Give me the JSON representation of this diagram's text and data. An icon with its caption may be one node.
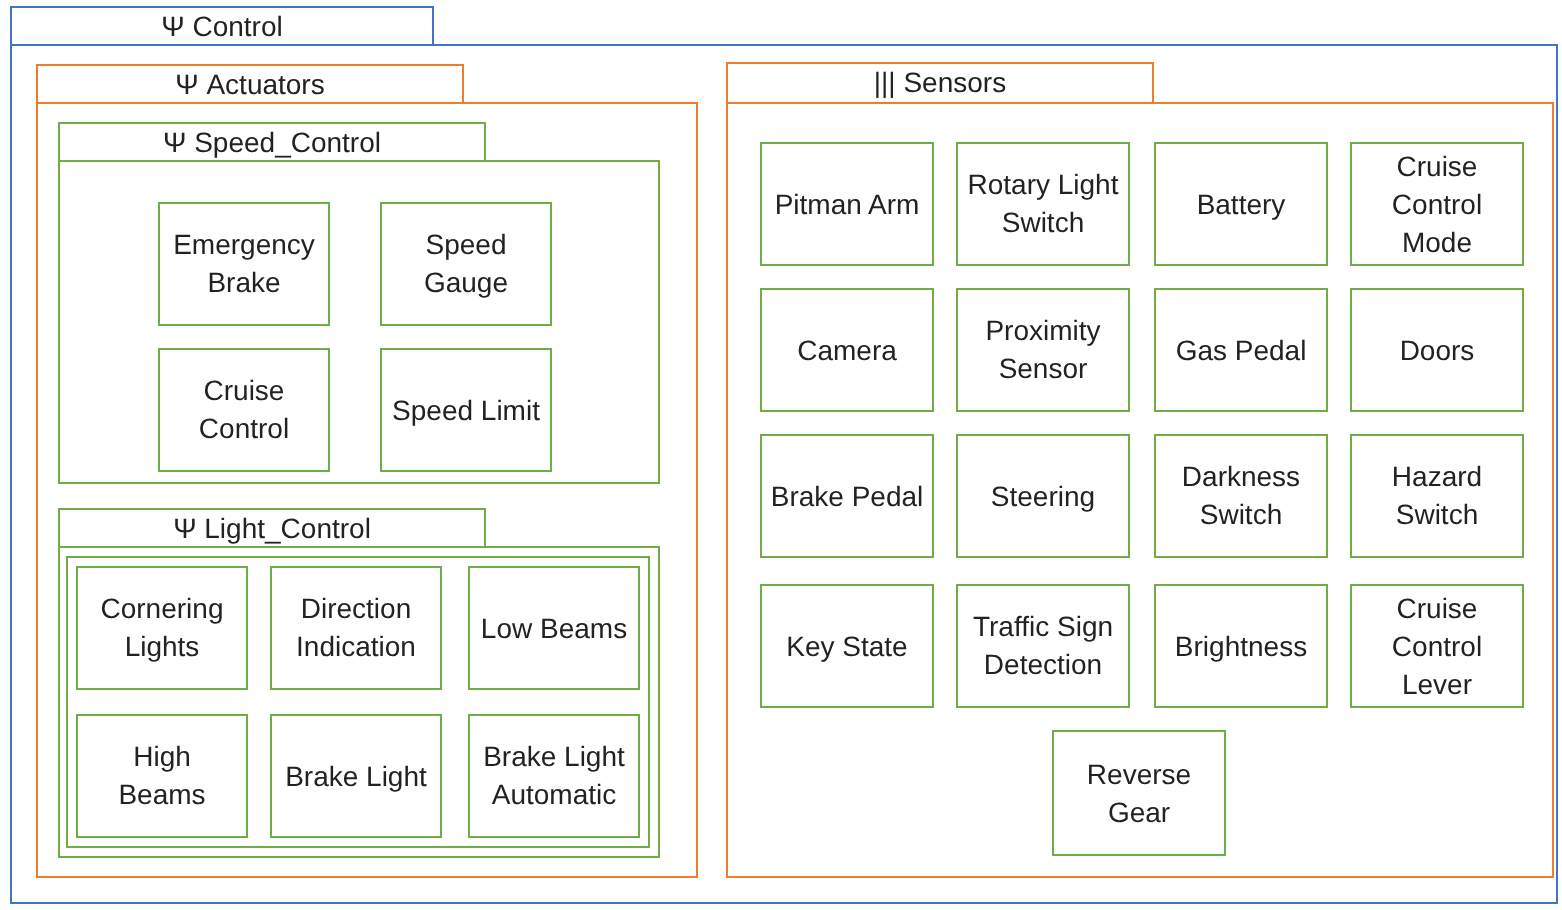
{
  "diagram": {
    "nodes": [
      {
        "text": [
          "Ψ Control"
        ]
      },
      {
        "text": [
          "Ψ Actuators"
        ],
        "in": 0
      },
      {
        "text": [
          "Ψ Speed_Control"
        ],
        "in": 1
      },
      {
        "text": [
          "Emergency Brake"
        ],
        "in": 2
      },
      {
        "text": [
          "Speed Gauge"
        ],
        "in": 2
      },
      {
        "text": [
          "Cruise Control"
        ],
        "in": 2
      },
      {
        "text": [
          "Speed Limit"
        ],
        "in": 2
      },
      {
        "text": [
          "Ψ Light_Control"
        ],
        "in": 1
      },
      {
        "text": [
          "Cornering Lights"
        ],
        "in": 7
      },
      {
        "text": [
          "Direction Indication"
        ],
        "in": 7
      },
      {
        "text": [
          "Low Beams"
        ],
        "in": 7
      },
      {
        "text": [
          "High Beams"
        ],
        "in": 7
      },
      {
        "text": [
          "Brake Light"
        ],
        "in": 7
      },
      {
        "text": [
          "Brake Light Automatic"
        ],
        "in": 7
      },
      {
        "text": [
          "||| Sensors"
        ],
        "in": 0
      },
      {
        "text": [
          "Pitman Arm"
        ],
        "in": 14
      },
      {
        "text": [
          "Rotary Light Switch"
        ],
        "in": 14
      },
      {
        "text": [
          "Battery"
        ],
        "in": 14
      },
      {
        "text": [
          "Cruise Control Mode"
        ],
        "in": 14
      },
      {
        "text": [
          "Camera"
        ],
        "in": 14
      },
      {
        "text": [
          "Proximity Sensor"
        ],
        "in": 14
      },
      {
        "text": [
          "Gas Pedal"
        ],
        "in": 14
      },
      {
        "text": [
          "Doors"
        ],
        "in": 14
      },
      {
        "text": [
          "Brake Pedal"
        ],
        "in": 14
      },
      {
        "text": [
          "Steering"
        ],
        "in": 14
      },
      {
        "text": [
          "Darkness Switch"
        ],
        "in": 14
      },
      {
        "text": [
          "Hazard Switch"
        ],
        "in": 14
      },
      {
        "text": [
          "Key State"
        ],
        "in": 14
      },
      {
        "text": [
          "Traffic Sign Detection"
        ],
        "in": 14
      },
      {
        "text": [
          "Brightness"
        ],
        "in": 14
      },
      {
        "text": [
          "Cruise Control Lever"
        ],
        "in": 14
      },
      {
        "text": [
          "Reverse Gear"
        ],
        "in": 14
      }
    ]
  }
}
